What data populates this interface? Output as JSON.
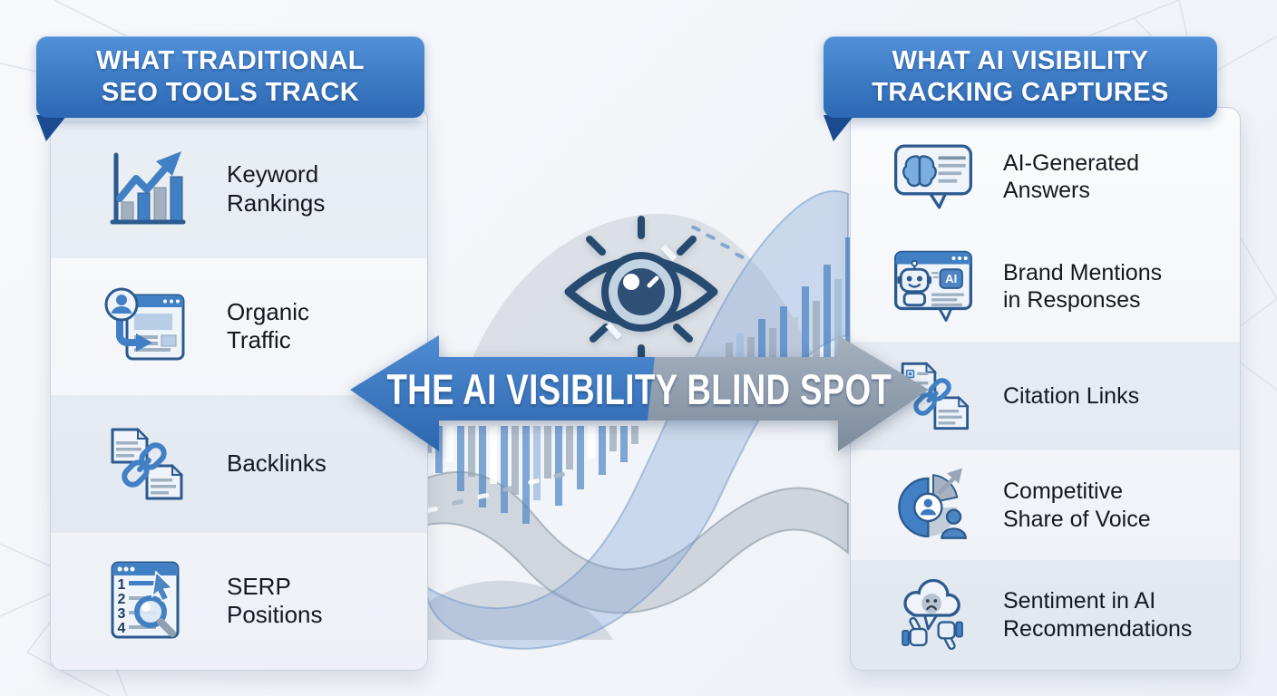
{
  "colors": {
    "page-bg": "#f3f5f9",
    "panel-border": "#c7d1dd",
    "header-blue-top": "#5190d8",
    "header-blue-bottom": "#2c68b4",
    "header-fold": "#1b4c92",
    "banner-blue-top": "#4f8bd2",
    "banner-blue-bottom": "#2b66ae",
    "banner-gray-top": "#a6b1bf",
    "banner-gray-bottom": "#7c8b9d",
    "icon-navy": "#2c5a8f",
    "icon-blue": "#4180c4",
    "icon-gray": "#a3b0bf",
    "text-dark": "#15191f"
  },
  "left_panel": {
    "header_line1": "WHAT TRADITIONAL",
    "header_line2": "SEO TOOLS TRACK",
    "items": [
      {
        "icon": "keyword-rankings-icon",
        "line1": "Keyword",
        "line2": "Rankings"
      },
      {
        "icon": "organic-traffic-icon",
        "line1": "Organic",
        "line2": "Traffic"
      },
      {
        "icon": "backlinks-icon",
        "line1": "Backlinks",
        "line2": ""
      },
      {
        "icon": "serp-positions-icon",
        "line1": "SERP",
        "line2": "Positions"
      }
    ]
  },
  "right_panel": {
    "header_line1": "WHAT AI VISIBILITY",
    "header_line2": "TRACKING CAPTURES",
    "items": [
      {
        "icon": "ai-generated-answers-icon",
        "line1": "AI-Generated",
        "line2": "Answers"
      },
      {
        "icon": "brand-mentions-icon",
        "line1": "Brand Mentions",
        "line2": "in Responses"
      },
      {
        "icon": "citation-links-icon",
        "line1": "Citation Links",
        "line2": ""
      },
      {
        "icon": "share-of-voice-icon",
        "line1": "Competitive",
        "line2": "Share of Voice"
      },
      {
        "icon": "sentiment-icon",
        "line1": "Sentiment in AI",
        "line2": "Recommendations"
      }
    ]
  },
  "center": {
    "banner_text": "THE AI VISIBILITY BLIND SPOT"
  },
  "icon_text": {
    "ai_badge": "AI",
    "serp_rank_1": "1",
    "serp_rank_2": "2",
    "serp_rank_3": "3",
    "serp_rank_4": "4"
  }
}
